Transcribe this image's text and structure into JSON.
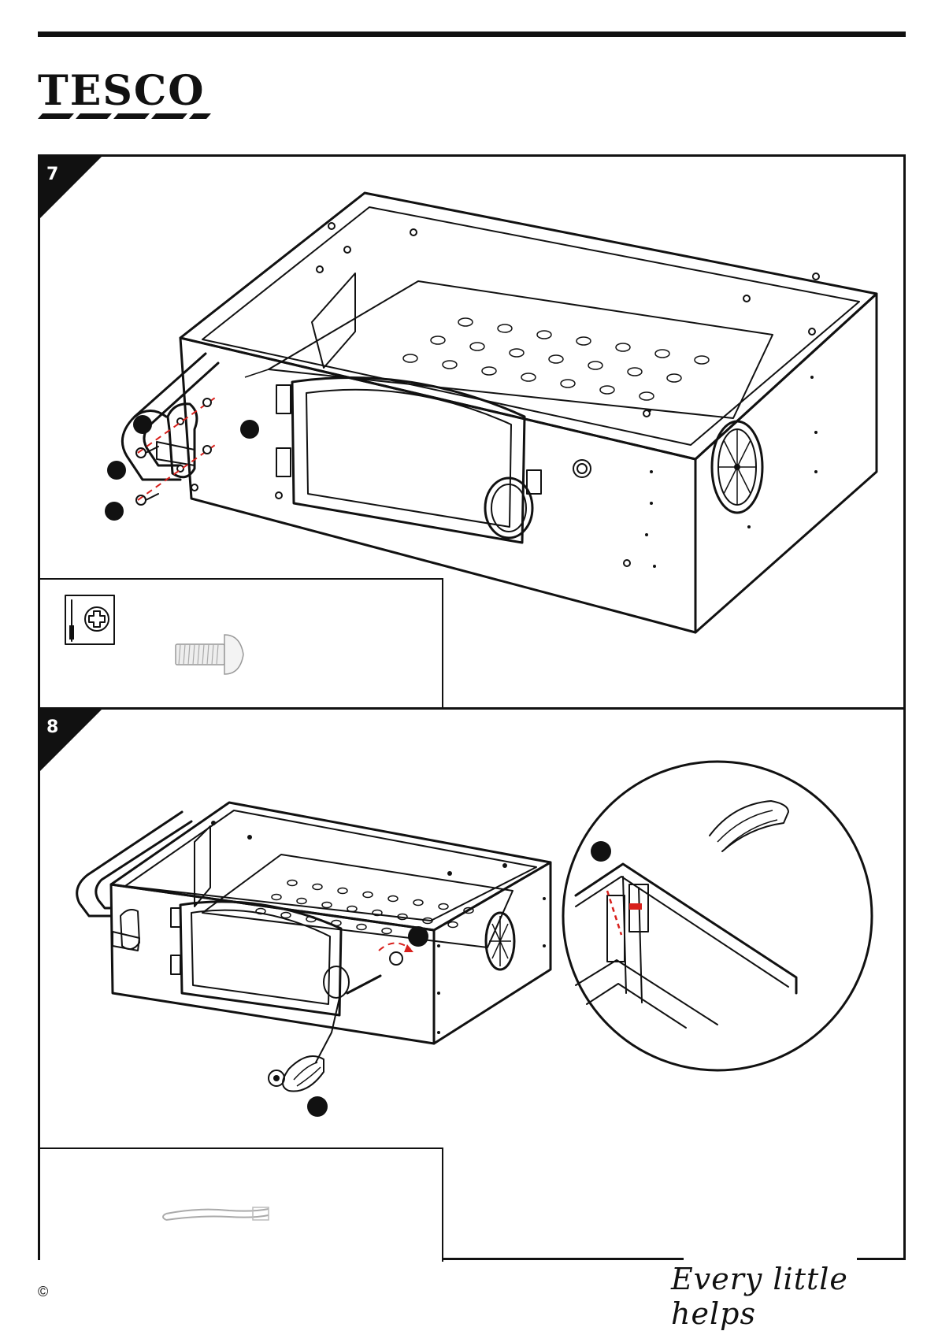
{
  "brand": {
    "name": "TESCO"
  },
  "steps": [
    {
      "number": "7"
    },
    {
      "number": "8"
    }
  ],
  "footer": {
    "copyright": "©",
    "tagline": "Every little helps"
  },
  "icons": [
    "phillips-screwdriver-icon",
    "screw-icon",
    "cotter-pin-icon"
  ]
}
